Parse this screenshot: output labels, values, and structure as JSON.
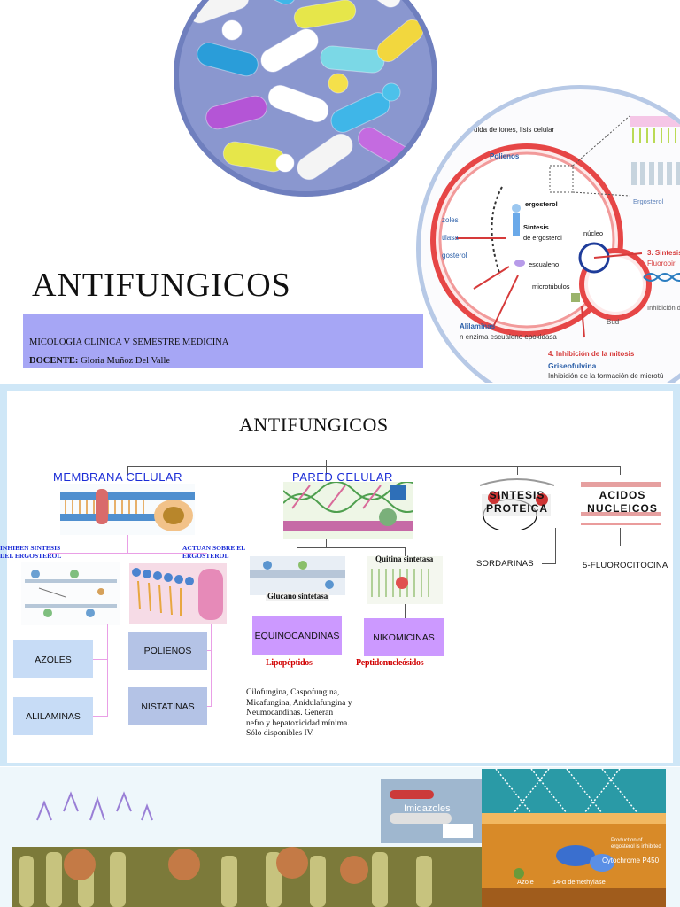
{
  "slide1": {
    "title": "ANTIFUNGICOS",
    "subtitle_course": "MICOLOGIA CLINICA V SEMESTRE MEDICINA",
    "docente_label": "DOCENTE:",
    "docente_name": "Gloria Muñoz Del Valle",
    "diagram_labels": {
      "ions": "uida de iones, lisis celular",
      "polienos": "Polienos",
      "ergosterol": "ergosterol",
      "ergosterol2": "Ergosterol",
      "sintesis": "Síntesis",
      "de_ergosterol": "de ergosterol",
      "nucleo": "núcleo",
      "escualeno": "escualeno",
      "microtubulos": "microtúbulos",
      "azoles": "zoles",
      "tilasa": "tilasa",
      "gosterol": "gosterol",
      "sintesis3": "3. Sintesis",
      "fluoropiri": "Fluoropiri",
      "inhibicion_d": "Inhibición d",
      "bud": "Bud",
      "alilaminas": "Alilaminas",
      "enzima": "n enzima escualeno epoxidasa",
      "mitosis": "4. Inhibición de la mitosis",
      "griseofulvina": "Griseofulvina",
      "microtu": "Inhibición de la formación de microtú"
    }
  },
  "slide2": {
    "title": "ANTIFUNGICOS",
    "categories": {
      "membrana": "MEMBRANA CELULAR",
      "pared": "PARED CELULAR",
      "sintesis_proteica": "SINTESIS PROTEICA",
      "acidos": "ACIDOS NUCLEICOS"
    },
    "sub_labels": {
      "inhiben": "INHIBEN SINTESIS DEL ERGOSTEROL",
      "actuan": "ACTUAN SOBRE EL ERGOSTEROL",
      "glucano_sintetasa": "Glucano sintetasa",
      "quitina_sintetasa": "Quitina sintetasa"
    },
    "boxes": {
      "azoles": "AZOLES",
      "alilaminas": "ALILAMINAS",
      "polienos": "POLIENOS",
      "nistatinas": "NISTATINAS",
      "equinocandinas": "EQUINOCANDINAS",
      "nikomicinas": "NIKOMICINAS"
    },
    "red_labels": {
      "lipopeptidos": "Lipopéptidos",
      "peptidonucleosidos": "Peptidonucleósidos"
    },
    "plain": {
      "sordarinas": "SORDARINAS",
      "fluorocitocina": "5-FLUOROCITOCINA"
    },
    "note_lines": [
      "Cilofungina, Caspofungina,",
      "Micafungina, Anidulafungina y",
      "Neumocandinas. Generan",
      "nefro y hepatoxicidad mínima.",
      "Sólo disponibles IV."
    ]
  },
  "slide3": {
    "imidazoles_label": "Imidazoles",
    "cyp_label": "Cytochrome P450",
    "demethylase_label": "14-α demethylase",
    "azole_label": "Azole",
    "production_note": "Production of ergosterol is inhibited"
  },
  "colors": {
    "subtitle_bar": "#a6a6f5",
    "category_blue": "#1b2cd6",
    "red_label": "#d10000",
    "violet_box": "#cc99ff",
    "blue_box": "#c7dcf6",
    "steel_box": "#b4c3e6",
    "slide_frame": "#cfe7f7"
  }
}
